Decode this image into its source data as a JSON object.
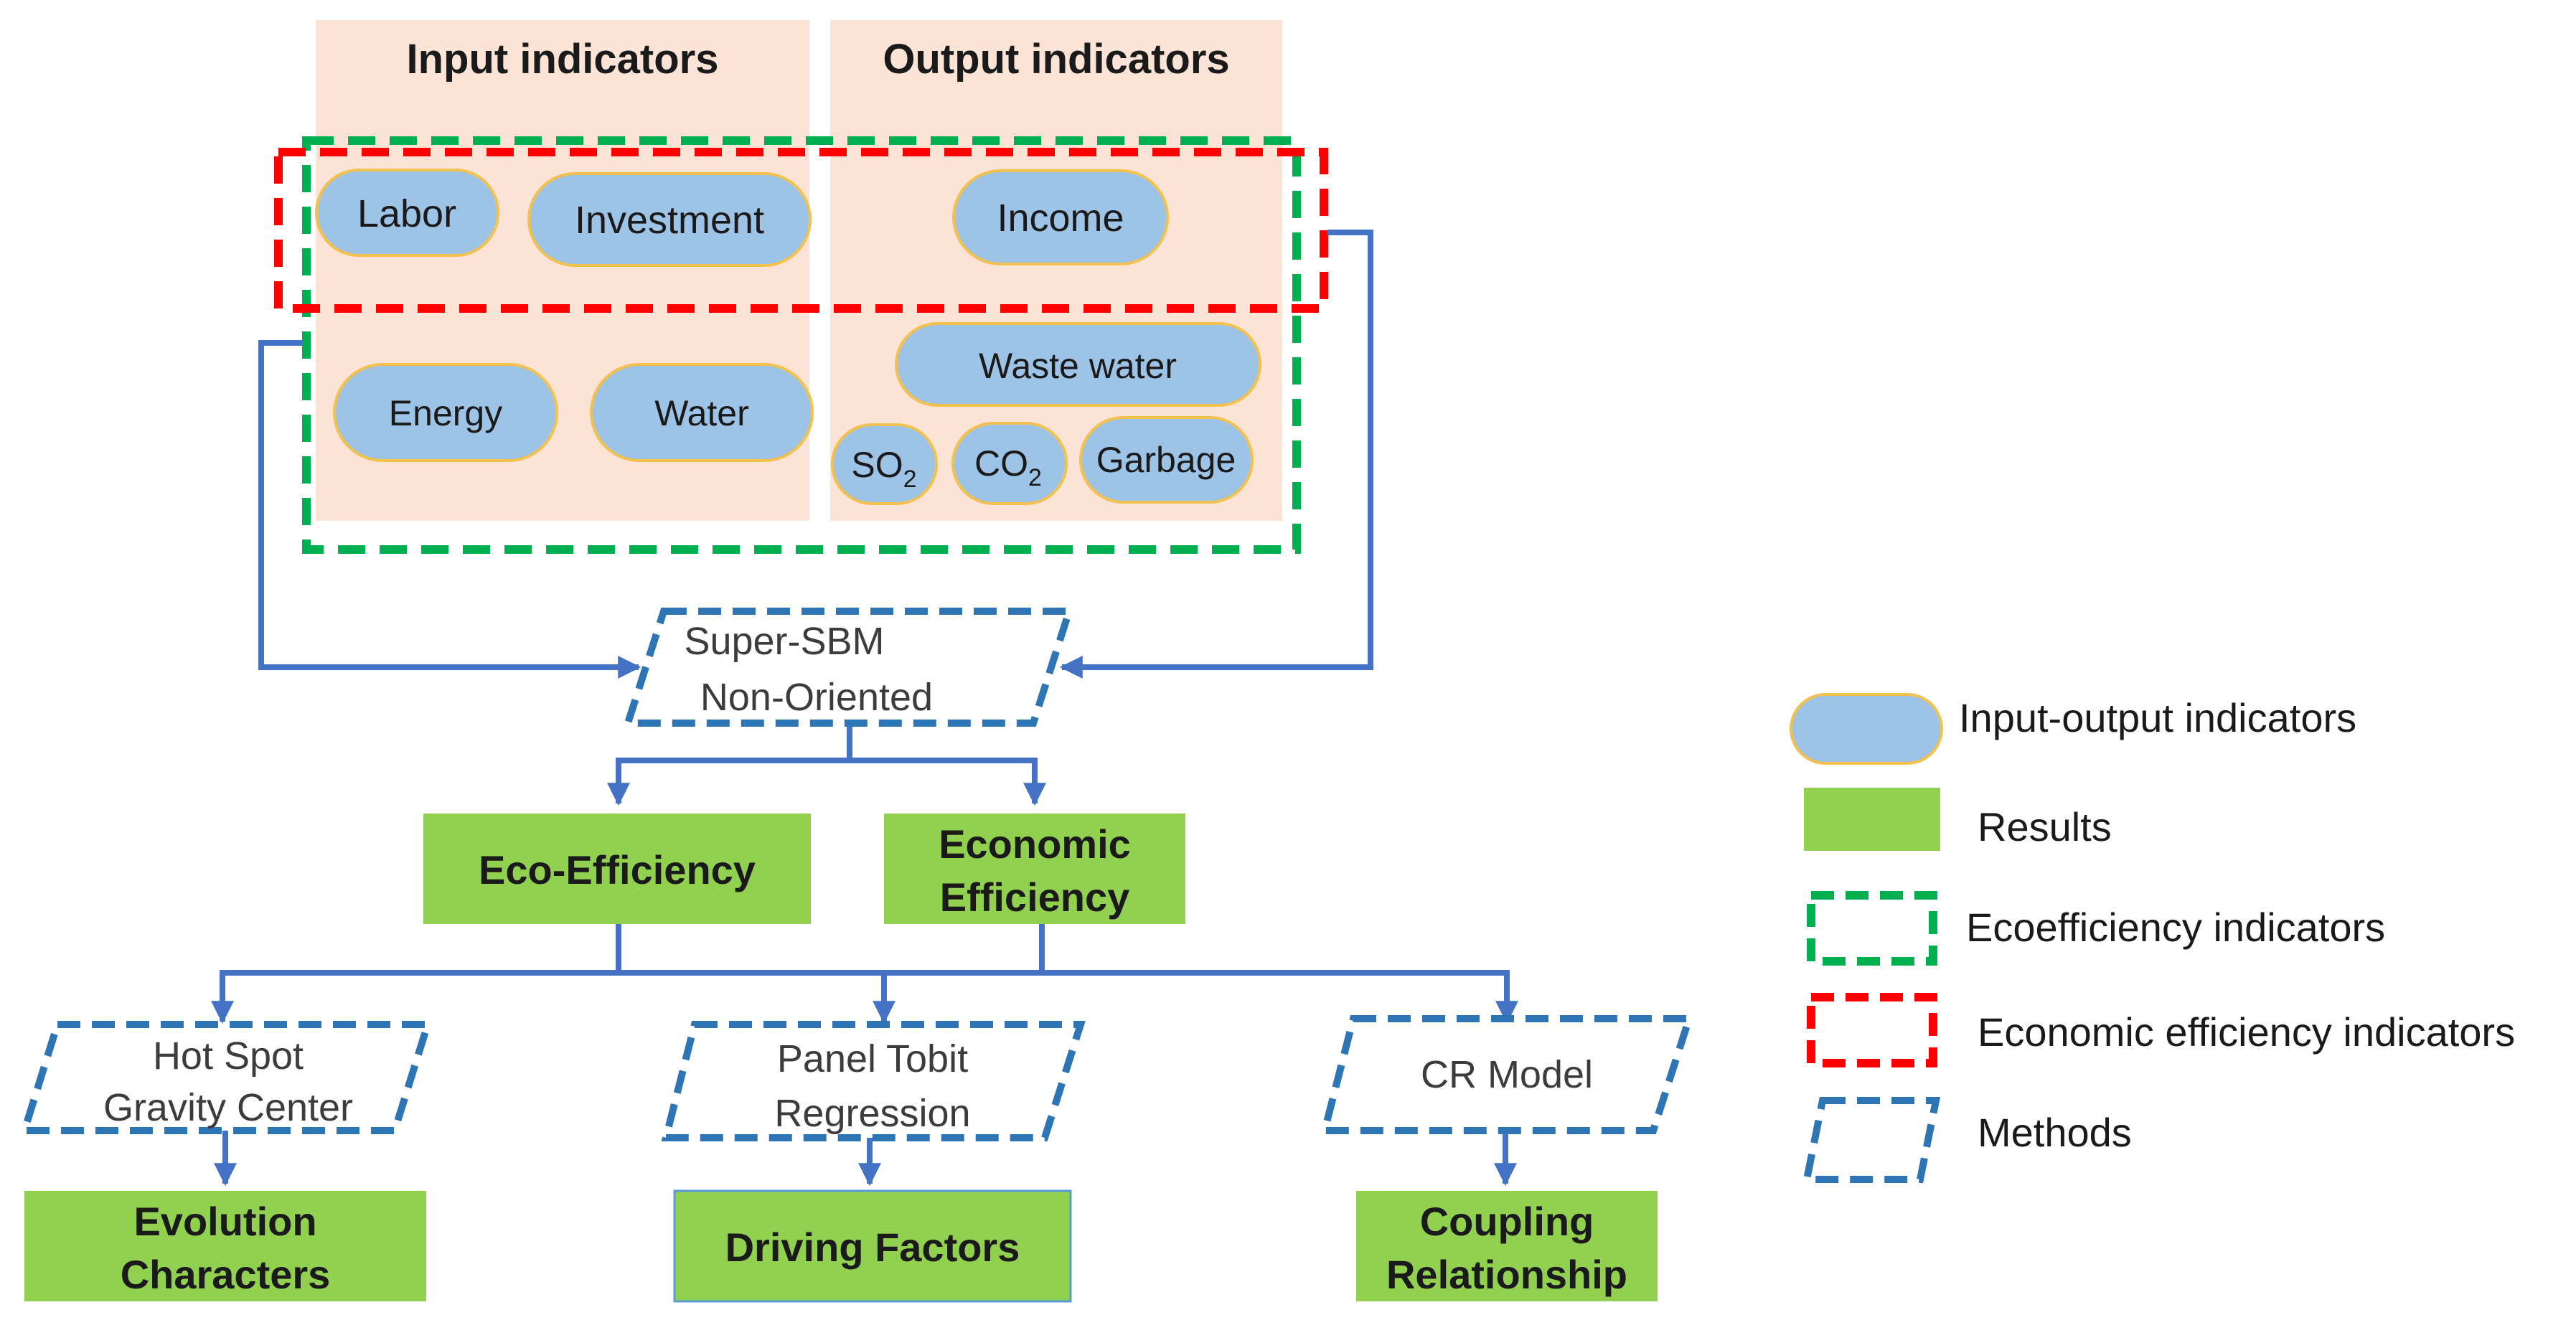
{
  "headers": {
    "input": "Input indicators",
    "output": "Output indicators"
  },
  "indicators": {
    "labor": "Labor",
    "investment": "Investment",
    "income": "Income",
    "energy": "Energy",
    "water": "Water",
    "waste_water": "Waste water",
    "so2": {
      "base": "SO",
      "sub": "2"
    },
    "co2": {
      "base": "CO",
      "sub": "2"
    },
    "garbage": "Garbage"
  },
  "model": {
    "line1": "Super-SBM",
    "line2": "Non-Oriented"
  },
  "results": {
    "eco_efficiency": "Eco-Efficiency",
    "economic_efficiency": {
      "line1": "Economic",
      "line2": "Efficiency"
    },
    "evolution": {
      "line1": "Evolution",
      "line2": "Characters"
    },
    "driving": "Driving Factors",
    "coupling": {
      "line1": "Coupling",
      "line2": "Relationship"
    }
  },
  "methods": {
    "hotspot": {
      "line1": "Hot Spot",
      "line2": "Gravity Center"
    },
    "tobit": {
      "line1": "Panel Tobit",
      "line2": "Regression"
    },
    "cr": "CR Model"
  },
  "legend": {
    "indicators": "Input-output indicators",
    "results": "Results",
    "eco_indicators": "Ecoefficiency indicators",
    "econ_indicators": "Economic efficiency indicators",
    "methods": "Methods"
  },
  "colors": {
    "panel_bg": "#fbe3d6",
    "pill_fill": "#9dc3e6",
    "pill_stroke": "#f2c14e",
    "result_fill": "#92d050",
    "method_stroke": "#2e75b6",
    "connector": "#4472c4",
    "eco_dash": "#00b050",
    "econ_dash": "#ff0000"
  }
}
